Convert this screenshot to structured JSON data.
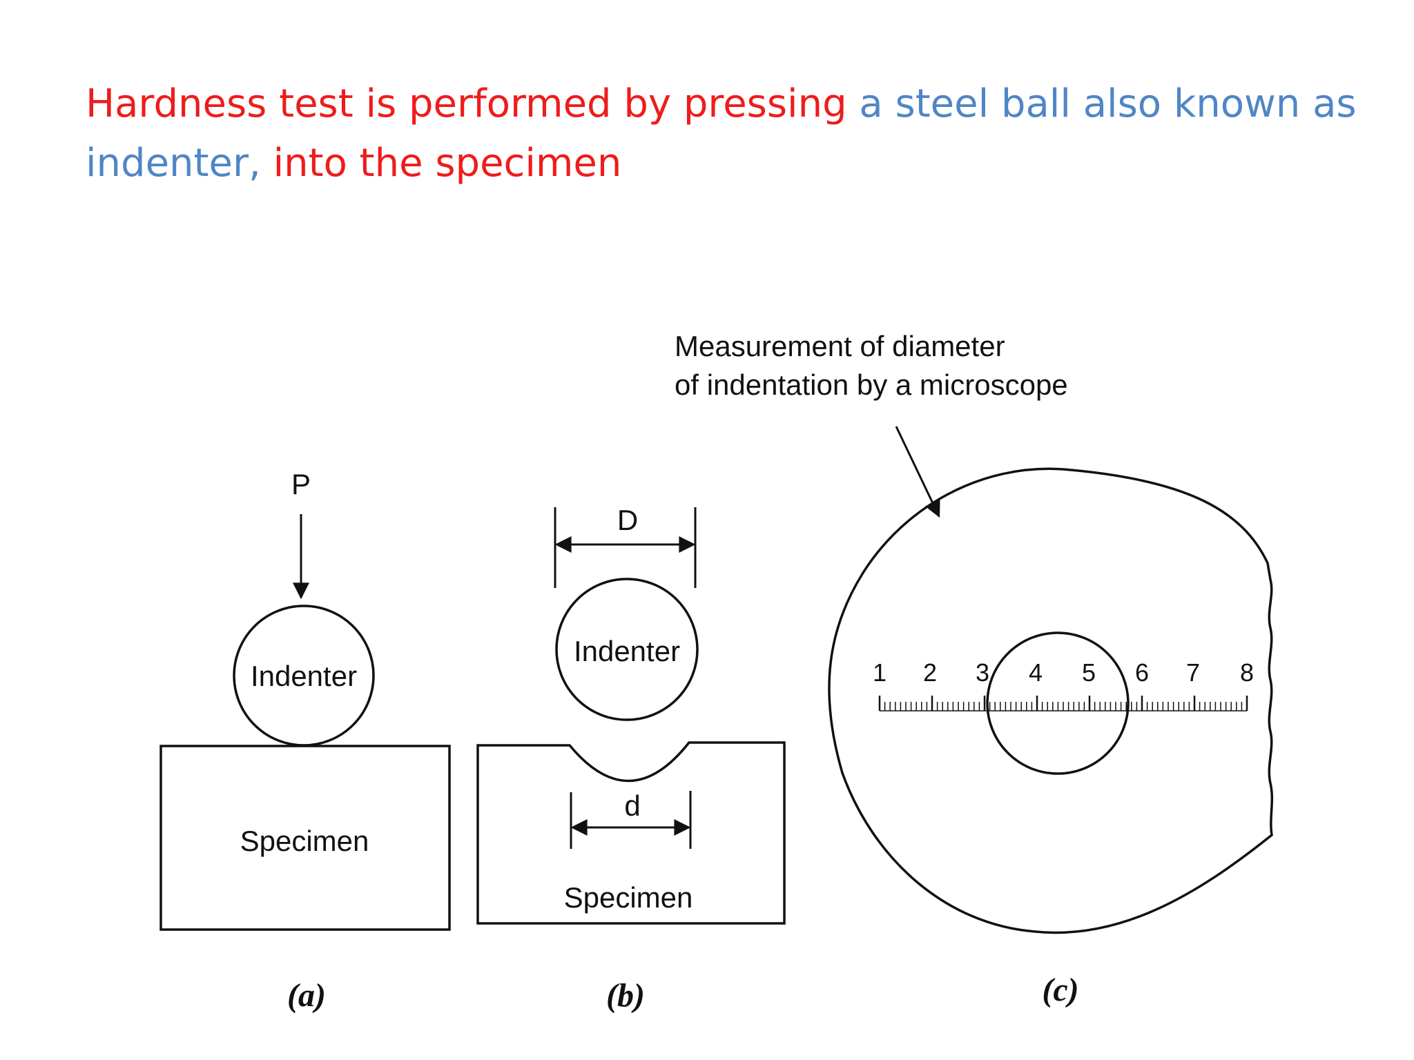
{
  "heading": {
    "part1": "Hardness test is performed by pressing",
    "part2": " a steel ball also known as indenter,",
    "part3": " into the specimen",
    "color_main": "#ee1c1c",
    "color_accent": "#4f86c6"
  },
  "figure": {
    "panel_a": {
      "load_label": "P",
      "indenter_label": "Indenter",
      "specimen_label": "Specimen",
      "caption": "(a)"
    },
    "panel_b": {
      "ball_diameter_label": "D",
      "indenter_label": "Indenter",
      "indent_diameter_label": "d",
      "specimen_label": "Specimen",
      "caption": "(b)"
    },
    "panel_c": {
      "annotation_line1": "Measurement of diameter",
      "annotation_line2": "of indentation by a microscope",
      "scale_numbers": [
        "1",
        "2",
        "3",
        "4",
        "5",
        "6",
        "7",
        "8"
      ],
      "caption": "(c)"
    }
  }
}
